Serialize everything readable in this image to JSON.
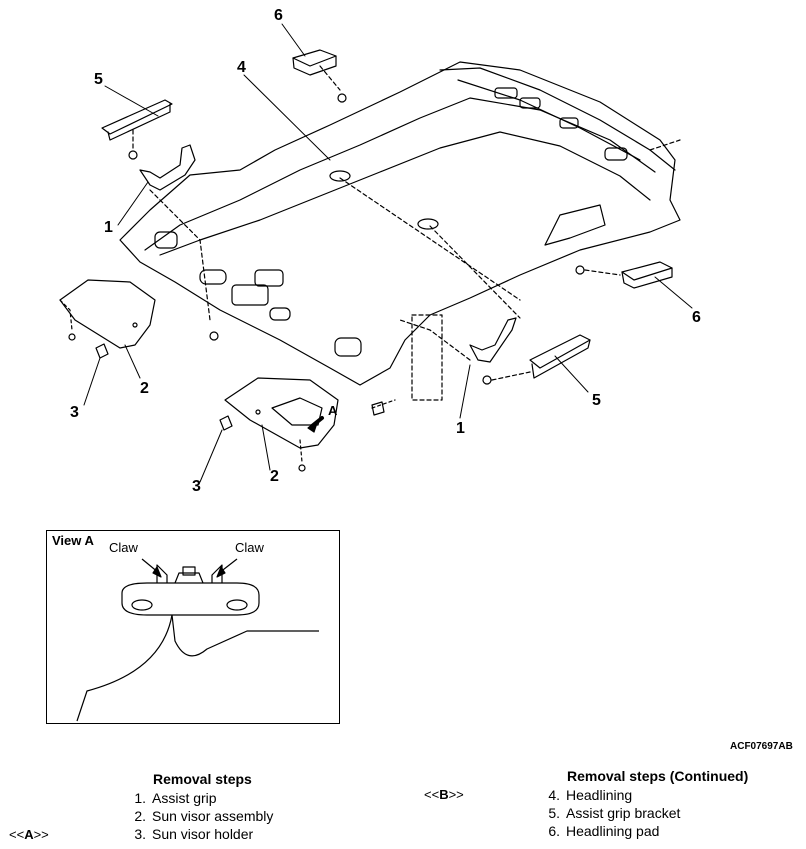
{
  "callouts": {
    "c1": "1",
    "c2": "2",
    "c3": "3",
    "c4": "4",
    "c5": "5",
    "c6": "6",
    "view_marker": "A"
  },
  "view_a": {
    "title": "View A",
    "claw_left": "Claw",
    "claw_right": "Claw"
  },
  "figure_id": "ACF07697AB",
  "removal": {
    "heading": "Removal steps",
    "heading_continued": "Removal steps (Continued)",
    "steps": [
      {
        "num": "1.",
        "text": "Assist grip"
      },
      {
        "num": "2.",
        "text": "Sun visor assembly"
      },
      {
        "num": "3.",
        "text": "Sun visor holder"
      },
      {
        "num": "4.",
        "text": "Headlining"
      },
      {
        "num": "5.",
        "text": "Assist grip bracket"
      },
      {
        "num": "6.",
        "text": "Headlining pad"
      }
    ],
    "marker_a": {
      "open": "<<",
      "letter": "A",
      "close": ">>"
    },
    "marker_b": {
      "open": "<<",
      "letter": "B",
      "close": ">>"
    }
  }
}
